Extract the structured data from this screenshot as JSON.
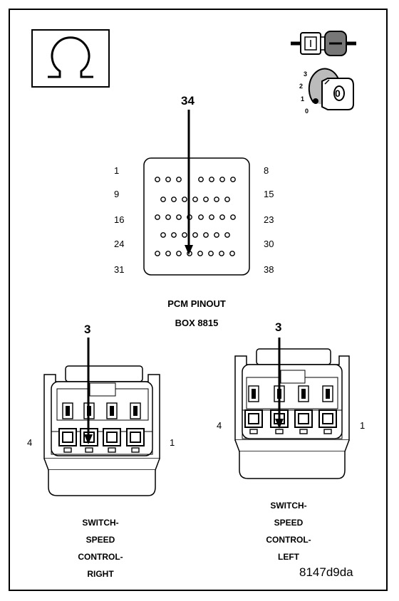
{
  "pcm": {
    "callout": "34",
    "title_line1": "PCM PINOUT",
    "title_line2": "BOX 8815",
    "row_labels_left": [
      "1",
      "9",
      "16",
      "24",
      "31"
    ],
    "row_labels_right": [
      "8",
      "15",
      "23",
      "30",
      "38"
    ]
  },
  "ignition_icon": {
    "positions": [
      "3",
      "2",
      "1",
      "0"
    ],
    "key_label": "0"
  },
  "connector_right": {
    "callout": "3",
    "pin_left": "4",
    "pin_right": "1",
    "caption": [
      "SWITCH-",
      "SPEED",
      "CONTROL-",
      "RIGHT"
    ]
  },
  "connector_left": {
    "callout": "3",
    "pin_left": "4",
    "pin_right": "1",
    "caption": [
      "SWITCH-",
      "SPEED",
      "CONTROL-",
      "LEFT"
    ]
  },
  "figure_id": "8147d9da",
  "icons": [
    "ohm-icon",
    "connector-plug-icon",
    "ignition-switch-icon"
  ]
}
